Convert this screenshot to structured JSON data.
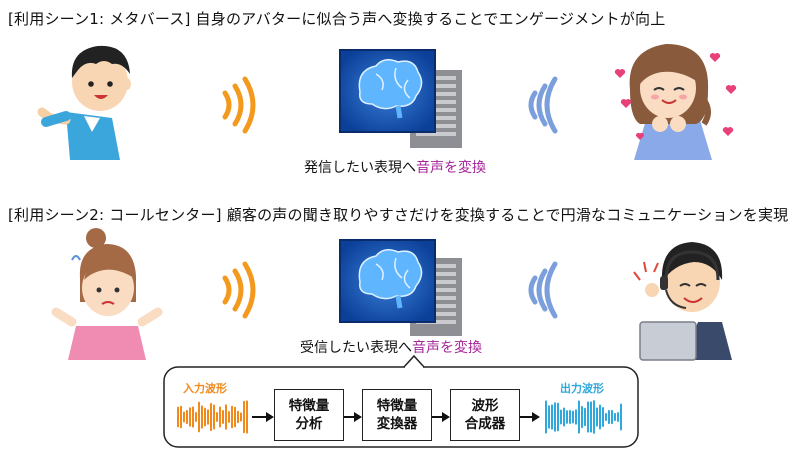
{
  "scene1": {
    "caption": "[利用シーン1: メタバース] 自身のアバターに似合う声へ変換することでエンゲージメントが向上",
    "label_prefix": "発信したい表現へ",
    "label_highlight": "音声を変換"
  },
  "scene2": {
    "caption": "[利用シーン2: コールセンター] 顧客の声の聞き取りやすさだけを変換することで円滑なコミュニケーションを実現",
    "label_prefix": "受信したい表現へ",
    "label_highlight": "音声を変換"
  },
  "pipeline": {
    "input_label": "入力波形",
    "output_label": "出力波形",
    "steps": [
      {
        "line1": "特徴量",
        "line2": "分析"
      },
      {
        "line1": "特徴量",
        "line2": "変換器"
      },
      {
        "line1": "波形",
        "line2": "合成器"
      }
    ]
  },
  "colors": {
    "sound_orange": "#f39a1e",
    "sound_blue": "#7b9fdc",
    "highlight": "#a6259a",
    "input_wave": "#f08a1c",
    "output_wave": "#2fa8dc"
  }
}
